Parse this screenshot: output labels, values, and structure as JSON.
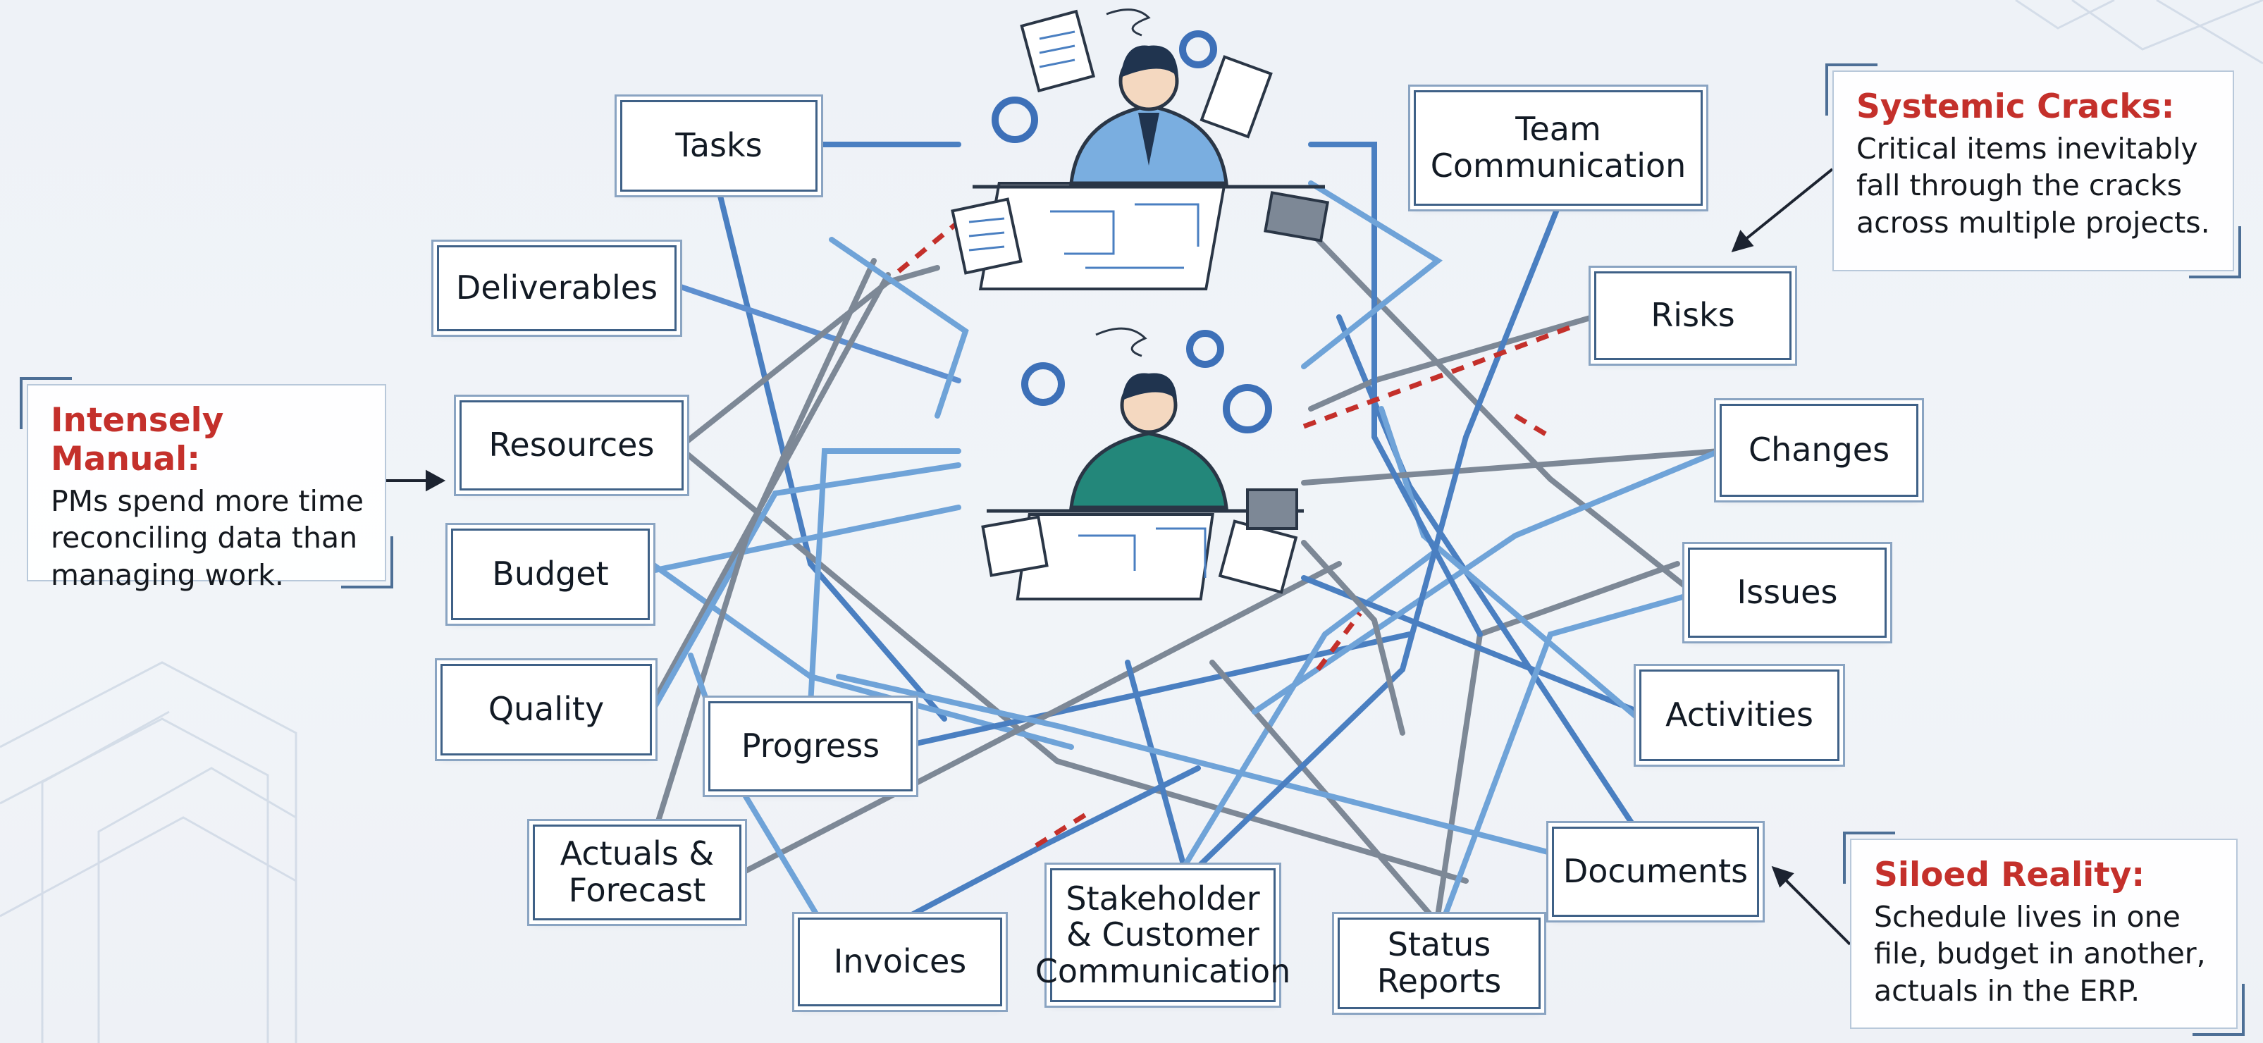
{
  "nodes": {
    "tasks": "Tasks",
    "deliverables": "Deliverables",
    "resources": "Resources",
    "budget": "Budget",
    "quality": "Quality",
    "progress": "Progress",
    "actuals_forecast": "Actuals &\nForecast",
    "invoices": "Invoices",
    "stakeholder": "Stakeholder\n& Customer\nCommunication",
    "status_reports": "Status\nReports",
    "documents": "Documents",
    "activities": "Activities",
    "issues": "Issues",
    "changes": "Changes",
    "risks": "Risks",
    "team_communication": "Team\nCommunication"
  },
  "notes": {
    "manual": {
      "title": "Intensely Manual:",
      "body": "PMs spend more time\nreconciling data than\nmanaging work."
    },
    "cracks": {
      "title": "Systemic Cracks:",
      "body": "Critical items inevitably\nfall through the cracks\nacross multiple projects."
    },
    "siloed": {
      "title": "Siloed Reality:",
      "body": "Schedule lives in one\nfile, budget in another,\nactuals in the ERP."
    }
  },
  "colors": {
    "box_border": "#3f6187",
    "line_blue": "#4a7fc1",
    "line_gray": "#7d8896",
    "line_light": "#7fb0dc",
    "crack_red": "#c4302b",
    "note_title": "#c4302b"
  },
  "icons": [
    "person-working-icon",
    "stressed-person-icon",
    "gear-icon",
    "document-icon",
    "calculator-icon",
    "arrow-icon"
  ]
}
